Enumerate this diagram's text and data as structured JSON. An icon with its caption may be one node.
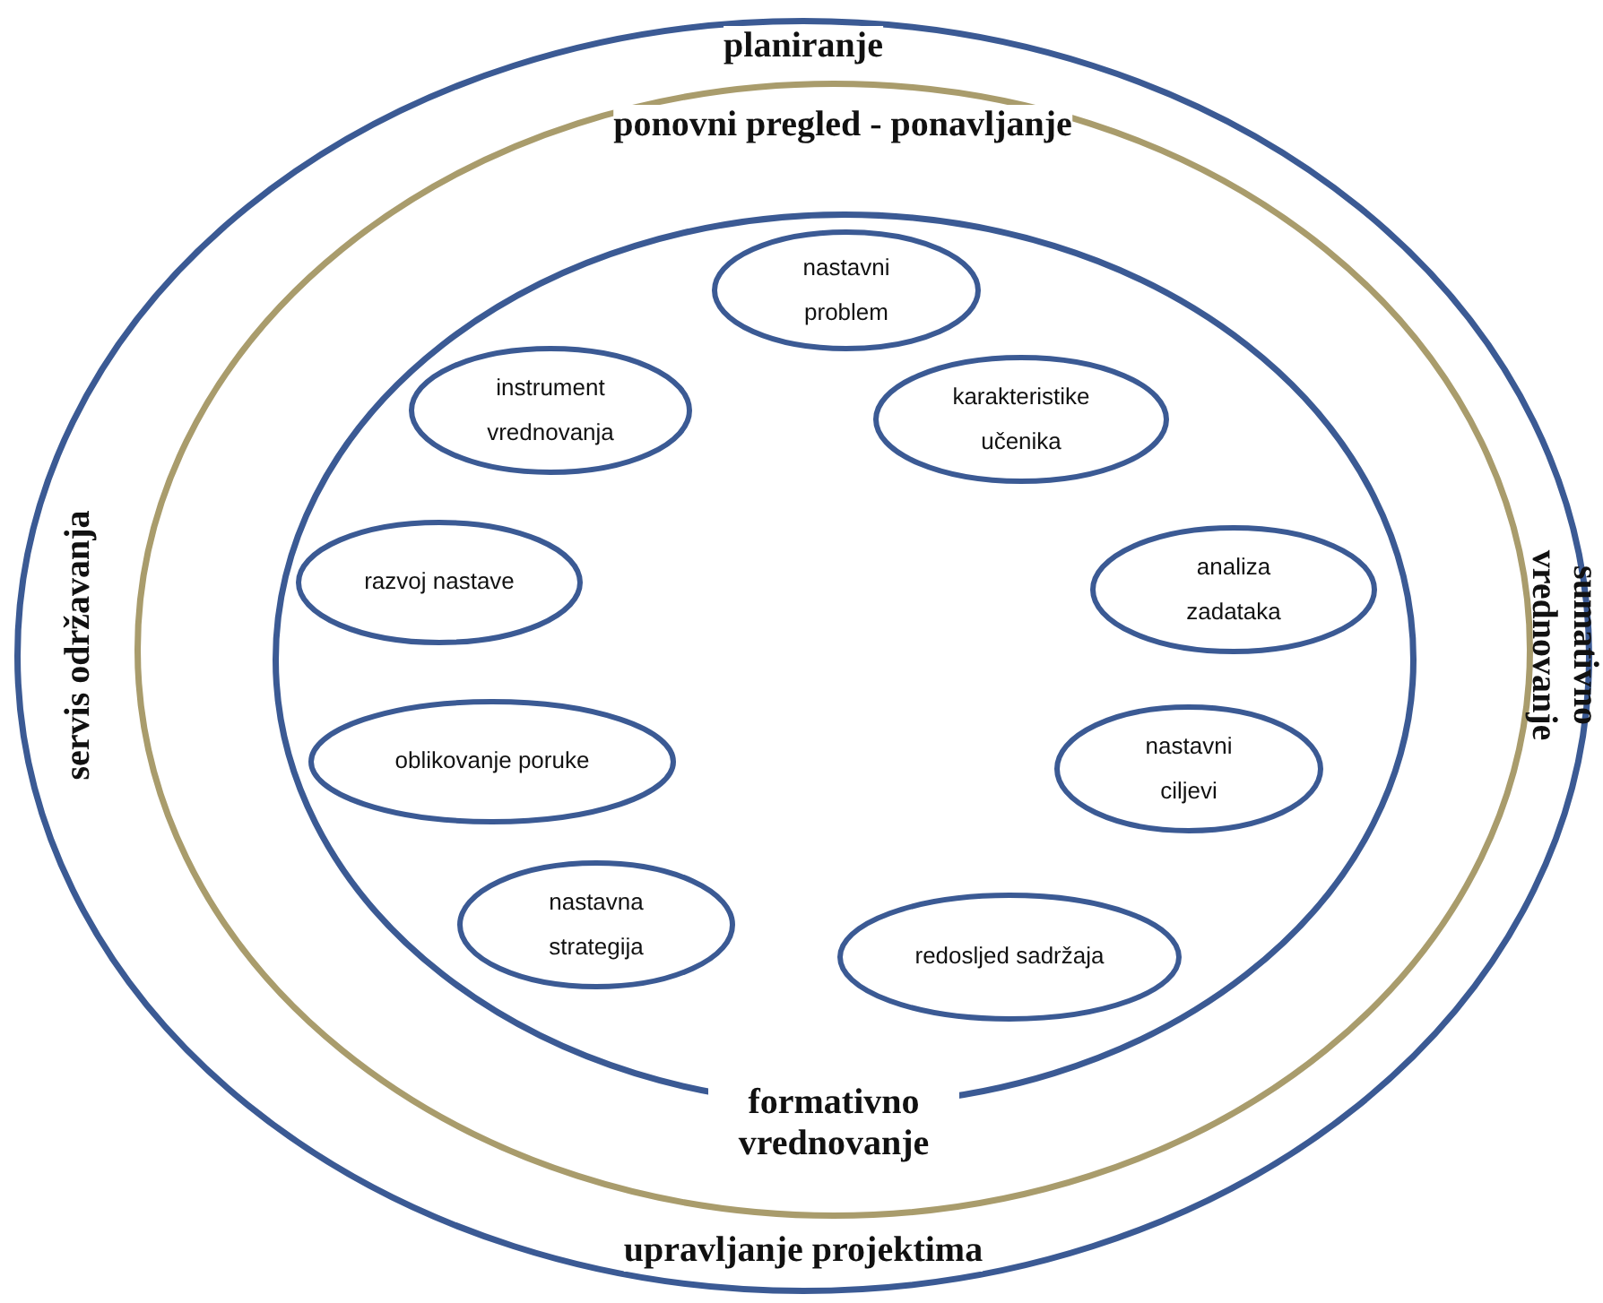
{
  "diagram": {
    "nodes": [
      {
        "text": [
          "planiranje",
          "servis održavanja",
          "sumativno vrednovanje",
          "upravljanje projektima"
        ]
      },
      {
        "text": [
          "ponovni pregled - ponavljanje",
          "formativno vrednovanje"
        ],
        "in": 0
      },
      {
        "text": [],
        "shape": "ellipse",
        "in": 1
      },
      {
        "text": [
          "nastavni problem"
        ],
        "in": 2
      },
      {
        "text": [
          "instrument vrednovanja"
        ],
        "in": 2
      },
      {
        "text": [
          "karakteristike učenika"
        ],
        "in": 2
      },
      {
        "text": [
          "razvoj nastave"
        ],
        "in": 2
      },
      {
        "text": [
          "analiza zadataka"
        ],
        "in": 2
      },
      {
        "text": [
          "oblikovanje poruke"
        ],
        "in": 2
      },
      {
        "text": [
          "nastavni ciljevi"
        ],
        "in": 2
      },
      {
        "text": [
          "nastavna strategija"
        ],
        "in": 2
      },
      {
        "text": [
          "redosljed sadržaja"
        ],
        "in": 2
      }
    ],
    "edges": []
  }
}
